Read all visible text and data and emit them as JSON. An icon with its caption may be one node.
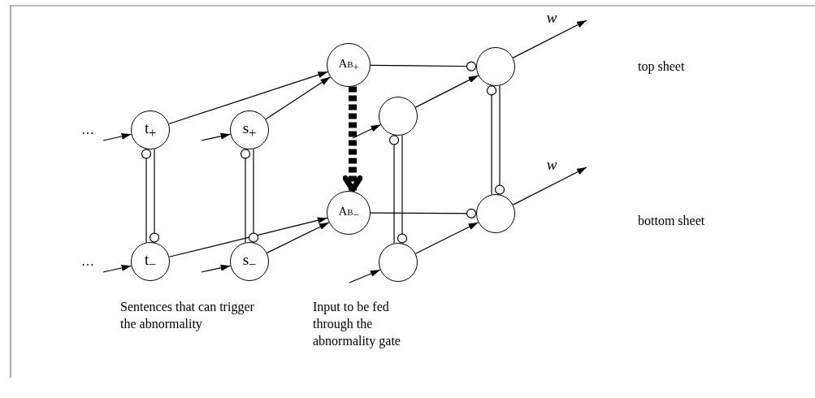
{
  "diagram": {
    "nodes": [
      {
        "text": [
          "t$_{+}$"
        ]
      },
      {
        "text": [
          "t$_{−}$"
        ]
      },
      {
        "text": [
          "s$_{+}$"
        ]
      },
      {
        "text": [
          "s$_{−}$"
        ]
      },
      {
        "text": [
          "Ab$_{+}$"
        ]
      },
      {
        "text": [
          "Ab$_{−}$"
        ]
      },
      {
        "text": [],
        "shape": "circle"
      },
      {
        "text": [],
        "shape": "circle"
      },
      {
        "text": [],
        "shape": "circle"
      },
      {
        "text": [],
        "shape": "circle"
      }
    ],
    "edges": [
      {
        "from": null,
        "to": 0,
        "arrow": "to"
      },
      {
        "from": null,
        "to": 1,
        "arrow": "to"
      },
      {
        "from": null,
        "to": 2,
        "arrow": "to"
      },
      {
        "from": null,
        "to": 3,
        "arrow": "to"
      },
      {
        "from": 0,
        "to": 4,
        "arrow": "to"
      },
      {
        "from": 2,
        "to": 4,
        "arrow": "to"
      },
      {
        "from": 1,
        "to": 5,
        "arrow": "to"
      },
      {
        "from": 3,
        "to": 5,
        "arrow": "to"
      },
      {
        "from": 0,
        "to": 1,
        "arrow": "other"
      },
      {
        "from": 1,
        "to": 0,
        "arrow": "other"
      },
      {
        "from": 2,
        "to": 3,
        "arrow": "other"
      },
      {
        "from": 3,
        "to": 2,
        "arrow": "other"
      },
      {
        "from": 4,
        "to": 5,
        "arrow": "to",
        "style": "dashed"
      },
      {
        "from": null,
        "to": 6,
        "arrow": "to"
      },
      {
        "from": null,
        "to": 7,
        "arrow": "to"
      },
      {
        "from": 6,
        "to": 7,
        "arrow": "other"
      },
      {
        "from": 7,
        "to": 6,
        "arrow": "other"
      },
      {
        "from": 4,
        "to": 8,
        "arrow": "other"
      },
      {
        "from": 5,
        "to": 9,
        "arrow": "other"
      },
      {
        "from": 6,
        "to": 8,
        "arrow": "to"
      },
      {
        "from": 7,
        "to": 9,
        "arrow": "to"
      },
      {
        "from": 8,
        "to": null,
        "arrow": "to",
        "label": "w"
      },
      {
        "from": 9,
        "to": null,
        "arrow": "to",
        "label": "w"
      },
      {
        "from": 8,
        "to": 9,
        "arrow": "other"
      },
      {
        "from": 9,
        "to": 8,
        "arrow": "other"
      }
    ],
    "labels": [
      "…",
      "…",
      "top sheet",
      "bottom sheet",
      "Sentences that can trigger the abnormality",
      "Input to be fed through the abnormality gate"
    ]
  }
}
